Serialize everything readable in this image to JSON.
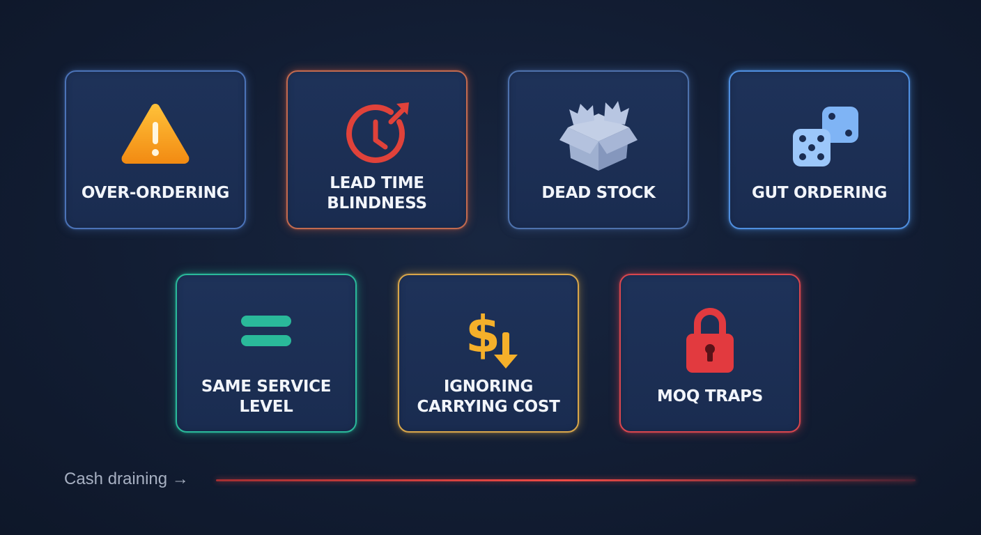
{
  "cards": [
    {
      "label": "OVER-ORDERING",
      "icon": "warning-icon",
      "accent": "#f5a623"
    },
    {
      "label_line1": "LEAD TIME",
      "label_line2": "BLINDNESS",
      "icon": "clock-arrow-icon",
      "accent": "#e0423a"
    },
    {
      "label": "DEAD STOCK",
      "icon": "broken-box-icon",
      "accent": "#aab8d6"
    },
    {
      "label": "GUT ORDERING",
      "icon": "dice-icon",
      "accent": "#7fb4f5"
    },
    {
      "label_line1": "SAME SERVICE",
      "label_line2": "LEVEL",
      "icon": "equals-icon",
      "accent": "#2ab99a"
    },
    {
      "label_line1": "IGNORING",
      "label_line2": "CARRYING COST",
      "icon": "dollar-down-icon",
      "accent": "#f5b02a"
    },
    {
      "label": "MOQ TRAPS",
      "icon": "padlock-icon",
      "accent": "#e23a3f"
    }
  ],
  "footer": {
    "label": "Cash draining →",
    "line_color": "#ef4a45"
  }
}
